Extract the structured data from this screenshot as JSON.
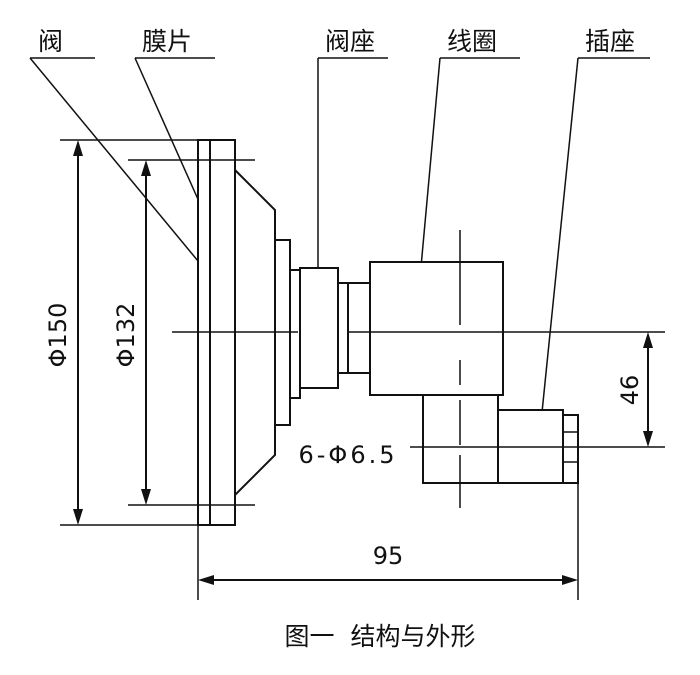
{
  "labels": {
    "valve": "阀",
    "diaphragm": "膜片",
    "valve_seat": "阀座",
    "coil": "线圈",
    "socket": "插座"
  },
  "dimensions": {
    "outer_diameter": "Φ150",
    "inner_diameter": "Φ132",
    "holes": "6-Φ6.5",
    "length": "95",
    "offset": "46"
  },
  "caption": "图一  结构与外形"
}
